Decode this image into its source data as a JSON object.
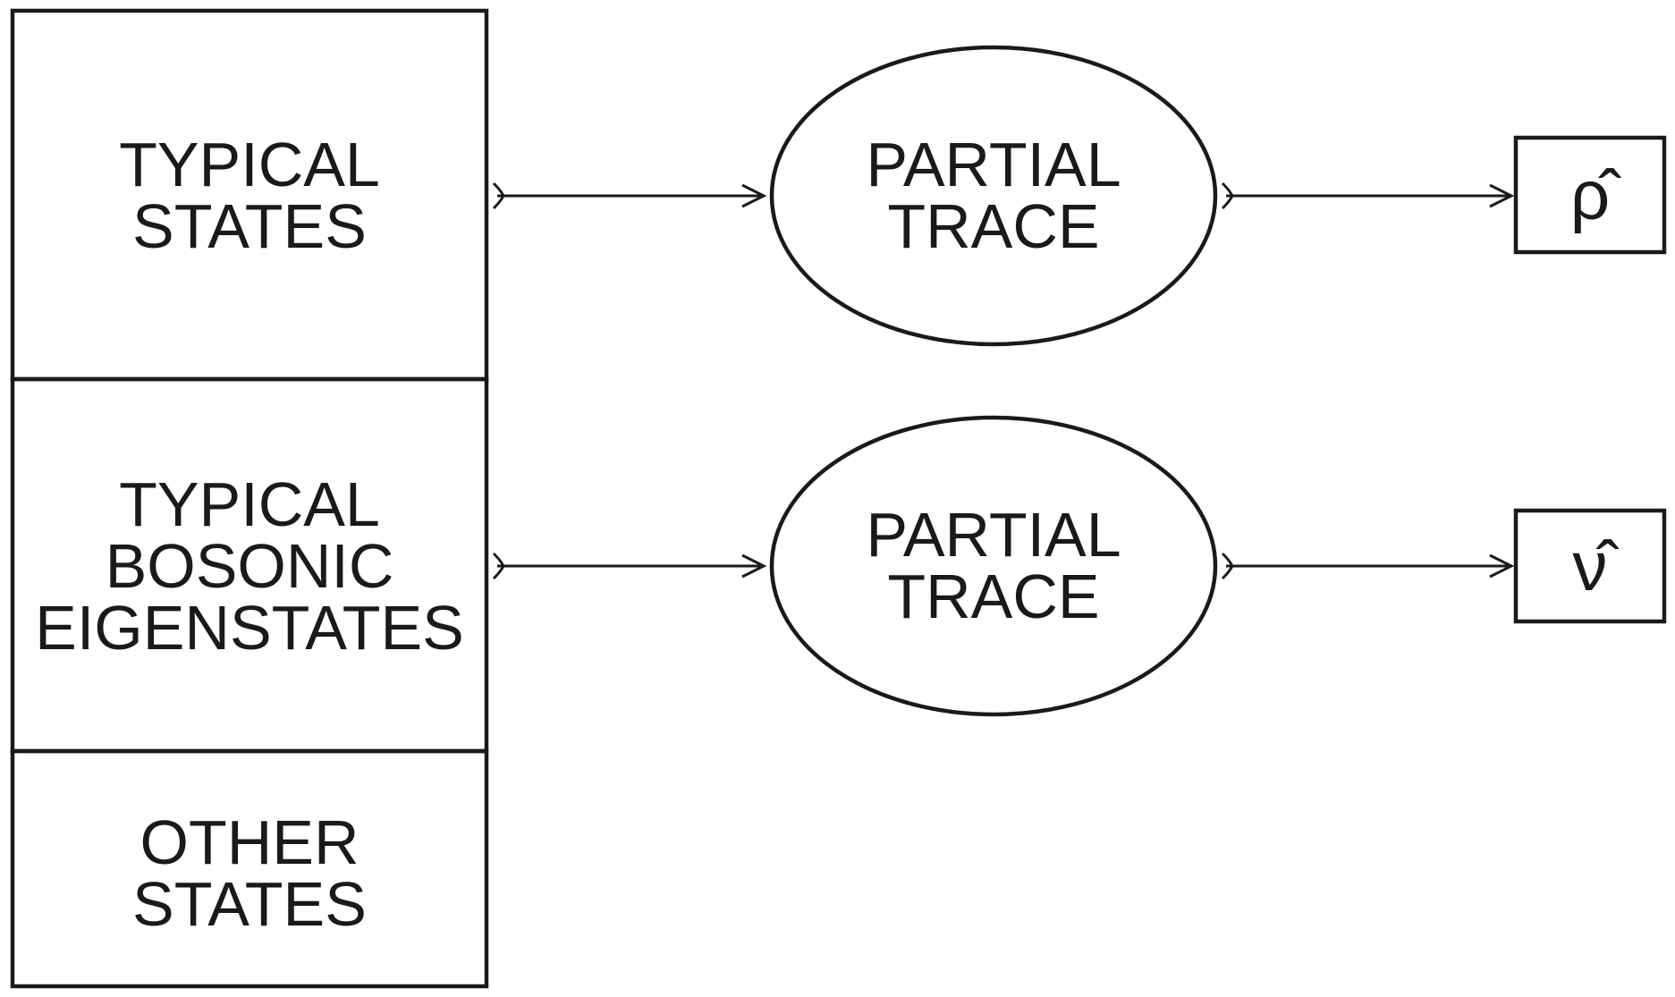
{
  "states": {
    "typical": [
      "TYPICAL",
      "STATES"
    ],
    "bosonic": [
      "TYPICAL",
      "BOSONIC",
      "EIGENSTATES"
    ],
    "other": [
      "OTHER",
      "STATES"
    ]
  },
  "process": {
    "top": [
      "PARTIAL",
      "TRACE"
    ],
    "bottom": [
      "PARTIAL",
      "TRACE"
    ]
  },
  "outputs": {
    "top": "ρ̂",
    "bottom": "ν̂"
  }
}
